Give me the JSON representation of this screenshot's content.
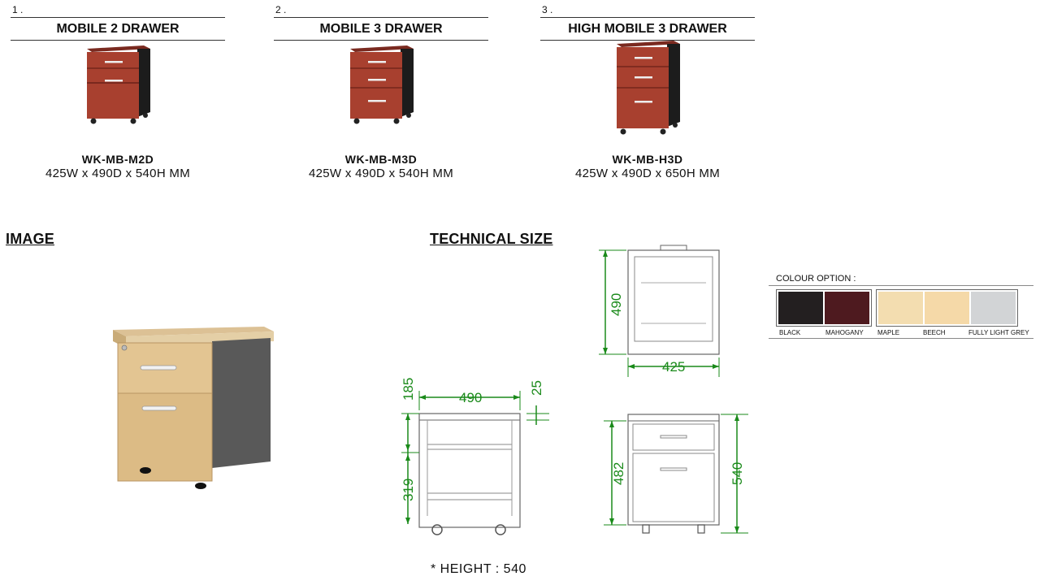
{
  "products": [
    {
      "number": "1 .",
      "title": "MOBILE 2 DRAWER",
      "code": "WK-MB-M2D",
      "dimensions": "425W x 490D x 540H MM",
      "drawers": 2
    },
    {
      "number": "2 .",
      "title": "MOBILE 3 DRAWER",
      "code": "WK-MB-M3D",
      "dimensions": "425W x 490D x 540H MM",
      "drawers": 3
    },
    {
      "number": "3 .",
      "title": "HIGH MOBILE 3 DRAWER",
      "code": "WK-MB-H3D",
      "dimensions": "425W x 490D x 650H MM",
      "drawers": 3
    }
  ],
  "sections": {
    "image": "IMAGE",
    "technical_size": "TECHNICAL SIZE"
  },
  "technical": {
    "top_width": "490",
    "top_thickness": "25",
    "upper_height": "185",
    "lower_height": "319",
    "plan_depth": "490",
    "plan_width": "425",
    "front_height": "482",
    "total_height": "540"
  },
  "height_note": "* HEIGHT : 540",
  "colour_option": {
    "heading": "COLOUR OPTION :",
    "colours": [
      {
        "name": "BLACK",
        "hex": "#231f20"
      },
      {
        "name": "MAHOGANY",
        "hex": "#4e1a1f"
      },
      {
        "name": "MAPLE",
        "hex": "#f3ddb0"
      },
      {
        "name": "BEECH",
        "hex": "#f5d9a8"
      },
      {
        "name": "FULLY LIGHT GREY",
        "hex": "#d2d4d6"
      }
    ]
  }
}
